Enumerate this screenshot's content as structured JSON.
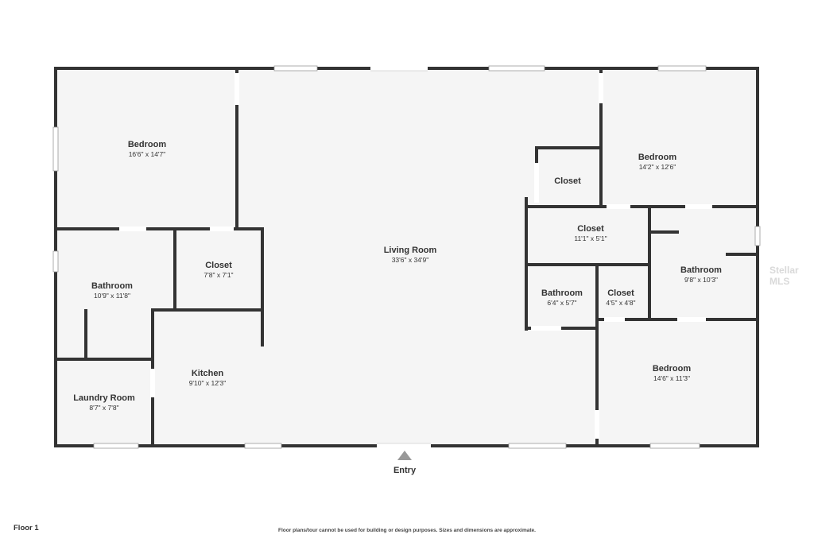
{
  "colors": {
    "wall": "#333333",
    "floor": "#f5f5f5",
    "window": "#ffffff",
    "text": "#333333"
  },
  "rooms": [
    {
      "id": "bedroom-1",
      "name": "Bedroom",
      "dims": "16'6\" x 14'7\""
    },
    {
      "id": "living-room",
      "name": "Living Room",
      "dims": "33'6\" x 34'9\""
    },
    {
      "id": "closet-1",
      "name": "Closet",
      "dims": ""
    },
    {
      "id": "bedroom-2",
      "name": "Bedroom",
      "dims": "14'2\" x 12'6\""
    },
    {
      "id": "closet-2",
      "name": "Closet",
      "dims": "11'1\" x 5'1\""
    },
    {
      "id": "closet-3",
      "name": "Closet",
      "dims": "7'8\" x 7'1\""
    },
    {
      "id": "bathroom-1",
      "name": "Bathroom",
      "dims": "10'9\" x 11'8\""
    },
    {
      "id": "bathroom-2",
      "name": "Bathroom",
      "dims": "9'8\" x 10'3\""
    },
    {
      "id": "bathroom-3",
      "name": "Bathroom",
      "dims": "6'4\" x 5'7\""
    },
    {
      "id": "closet-4",
      "name": "Closet",
      "dims": "4'5\" x 4'8\""
    },
    {
      "id": "kitchen",
      "name": "Kitchen",
      "dims": "9'10\" x 12'3\""
    },
    {
      "id": "laundry-room",
      "name": "Laundry Room",
      "dims": "8'7\" x 7'8\""
    },
    {
      "id": "bedroom-3",
      "name": "Bedroom",
      "dims": "14'6\" x 11'3\""
    }
  ],
  "entry": {
    "label": "Entry"
  },
  "footer": {
    "floor_label": "Floor 1",
    "disclaimer": "Floor plans/tour cannot be used for building or design purposes. Sizes and dimensions are approximate."
  },
  "watermark": "Stellar MLS"
}
